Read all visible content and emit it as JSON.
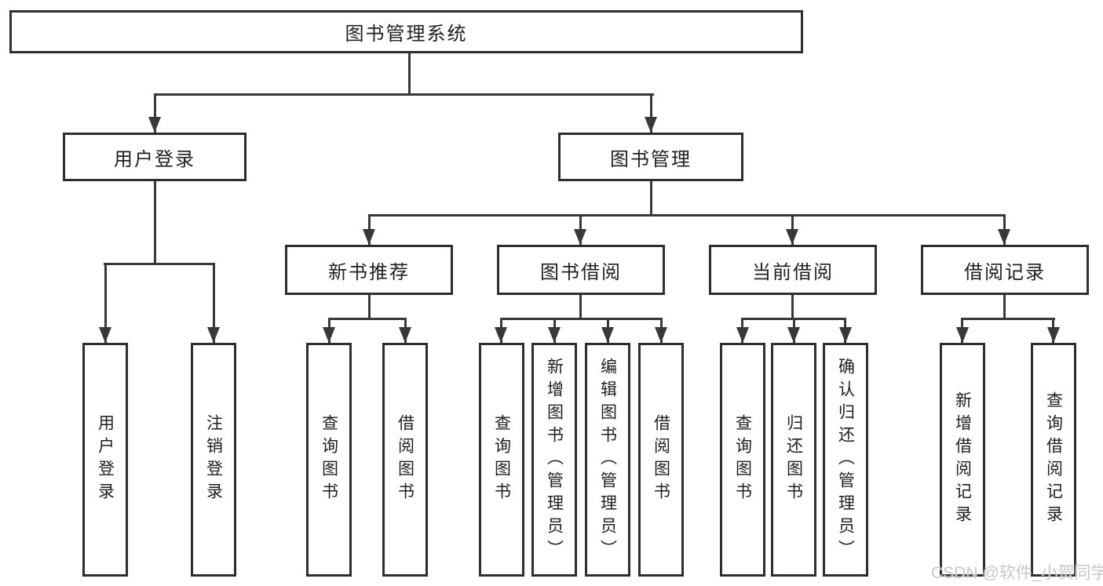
{
  "diagram": {
    "type": "hierarchy-tree",
    "nodes": {
      "root": "图书管理系统",
      "login": "用户登录",
      "management": "图书管理",
      "new_books": "新书推荐",
      "borrowing": "图书借阅",
      "current_loans": "当前借阅",
      "loan_records": "借阅记录"
    },
    "leaves": {
      "login": [
        "用户登录",
        "注销登录"
      ],
      "new_books": [
        "查询图书",
        "借阅图书"
      ],
      "borrowing": [
        "查询图书",
        "新增图书（管理员）",
        "编辑图书（管理员）",
        "借阅图书"
      ],
      "current_loans": [
        "查询图书",
        "归还图书",
        "确认归还（管理员）"
      ],
      "loan_records": [
        "新增借阅记录",
        "查询借阅记录"
      ]
    },
    "colors": {
      "border": "#2e2e2e",
      "line": "#383838",
      "text": "#1f1f1f",
      "background": "#ffffff",
      "watermark": "#c7c7c7"
    }
  },
  "watermark": "CSDN @软件_小贺同学"
}
